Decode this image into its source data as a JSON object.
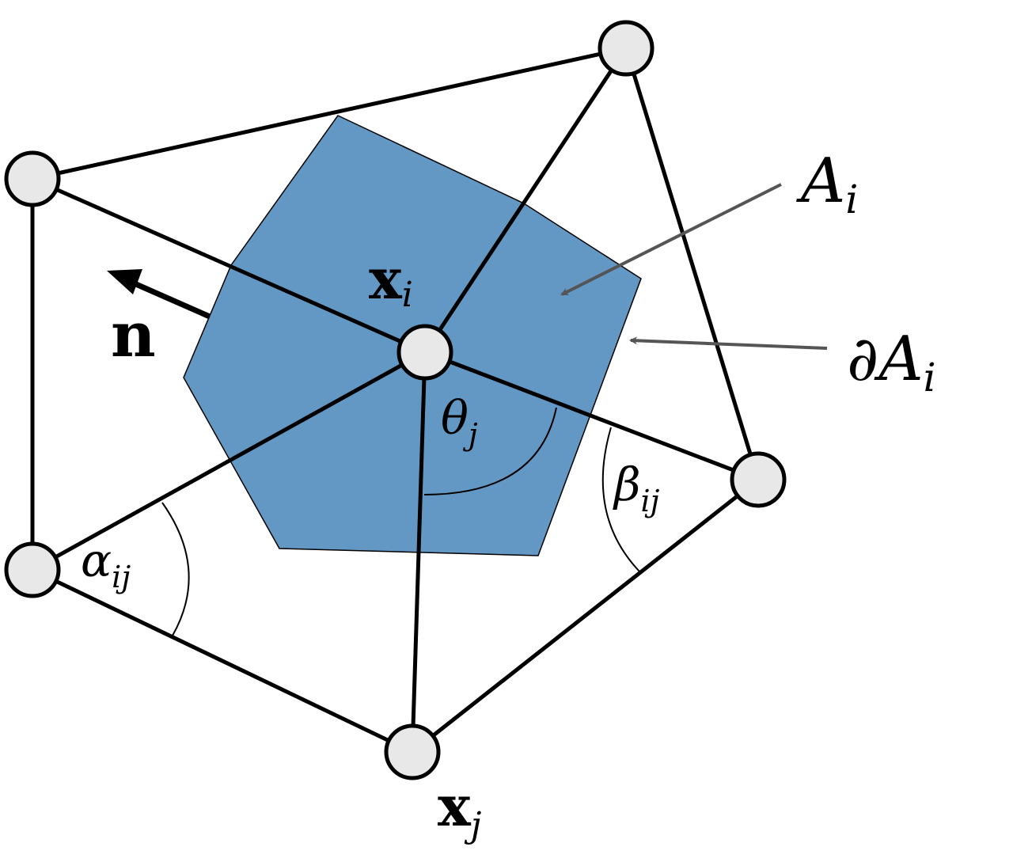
{
  "colors": {
    "region": "#6398c5",
    "node": "#e8e8e8",
    "pointer": "#555555"
  },
  "labels": {
    "x_i": {
      "main": "x",
      "sub": "i"
    },
    "x_j": {
      "main": "x",
      "sub": "j"
    },
    "normal": "n",
    "area": {
      "main": "A",
      "sub": "i"
    },
    "boundary": {
      "main": "∂A",
      "sub": "i"
    },
    "theta": {
      "main": "θ",
      "sub": "j"
    },
    "alpha": {
      "main": "α",
      "sub": "ij"
    },
    "beta": {
      "main": "β",
      "sub": "ij"
    }
  }
}
